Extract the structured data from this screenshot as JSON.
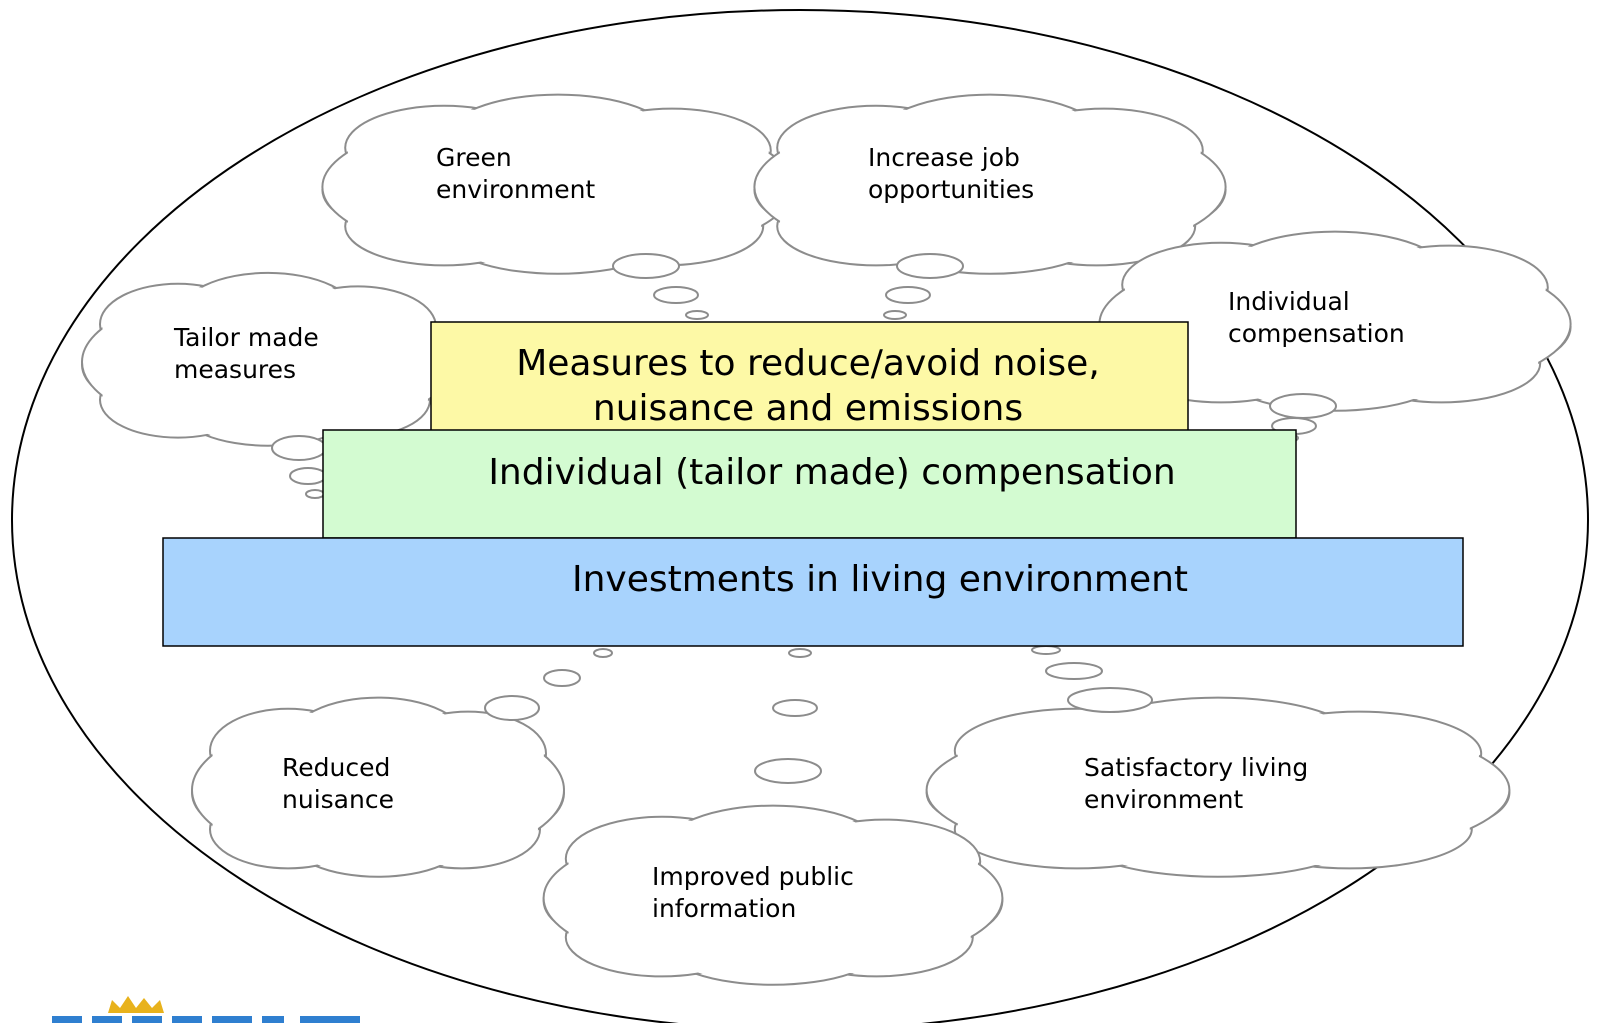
{
  "colors": {
    "title": "#1a3f8c",
    "ellipse_stroke": "#000000",
    "cloud_fill": "#ffffff",
    "cloud_stroke": "#8c8c8c",
    "box_top_fill": "#fdf9a6",
    "box_mid_fill": "#d3fbd1",
    "box_bottom_fill": "#a8d3fd",
    "logo_blue": "#2f7fd0",
    "logo_gold": "#e8b21c"
  },
  "title_fragment": "...",
  "boxes": {
    "top": [
      "Measures to reduce/avoid noise,",
      "nuisance and emissions"
    ],
    "middle": [
      "Individual (tailor made) compensation"
    ],
    "bottom": [
      "Investments in living environment"
    ]
  },
  "clouds": {
    "green_environment": [
      "Green",
      "environment"
    ],
    "job_opportunities": [
      "Increase job",
      "opportunities"
    ],
    "tailor_made": [
      "Tailor made",
      "measures"
    ],
    "individual_compensation": [
      "Individual",
      "compensation"
    ],
    "reduced_nuisance": [
      "Reduced",
      "nuisance"
    ],
    "living_environment": [
      "Satisfactory living",
      "environment"
    ],
    "public_information": [
      "Improved public",
      "information"
    ]
  },
  "logo": {
    "icon": "crown-logo-icon"
  }
}
